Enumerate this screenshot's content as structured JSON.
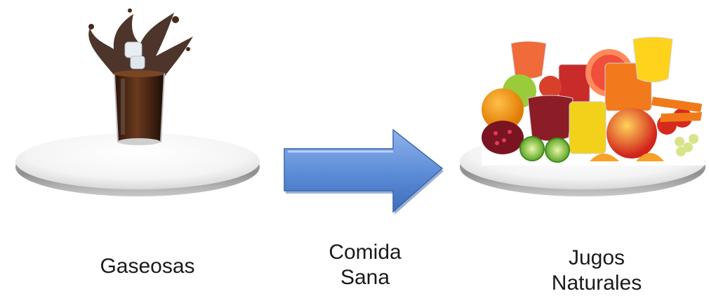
{
  "captions": {
    "left": "Gaseosas",
    "middle": [
      "Comida",
      "Sana"
    ],
    "right": [
      "Jugos",
      "Naturales"
    ]
  },
  "icons": {
    "left_image": "soda-glass-splash",
    "arrow": "right-arrow-icon",
    "right_image": "fruits-and-juices"
  },
  "colors": {
    "arrow_fill": "#5b8bd6",
    "soda": "#3a1f14",
    "plate": "#f2f2f2"
  }
}
